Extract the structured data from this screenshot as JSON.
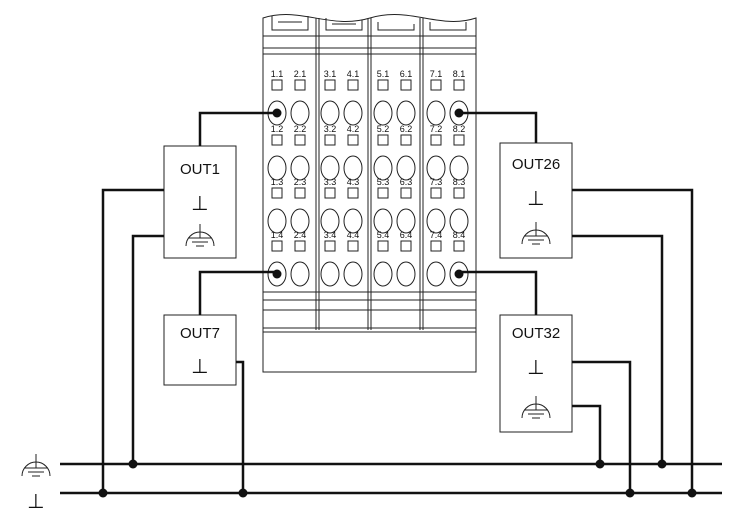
{
  "terminal_columns": [
    [
      "1.1",
      "1.2",
      "1.3",
      "1.4"
    ],
    [
      "2.1",
      "2.2",
      "2.3",
      "2.4"
    ],
    [
      "3.1",
      "3.2",
      "3.3",
      "3.4"
    ],
    [
      "4.1",
      "4.2",
      "4.3",
      "4.4"
    ],
    [
      "5.1",
      "5.2",
      "5.3",
      "5.4"
    ],
    [
      "6.1",
      "6.2",
      "6.3",
      "6.4"
    ],
    [
      "7.1",
      "7.2",
      "7.3",
      "7.4"
    ],
    [
      "8.1",
      "8.2",
      "8.3",
      "8.4"
    ]
  ],
  "outputs": {
    "out1": "OUT1",
    "out7": "OUT7",
    "out26": "OUT26",
    "out32": "OUT32"
  },
  "symbols": {
    "ground": "⊥",
    "protective_earth": "⏚"
  }
}
